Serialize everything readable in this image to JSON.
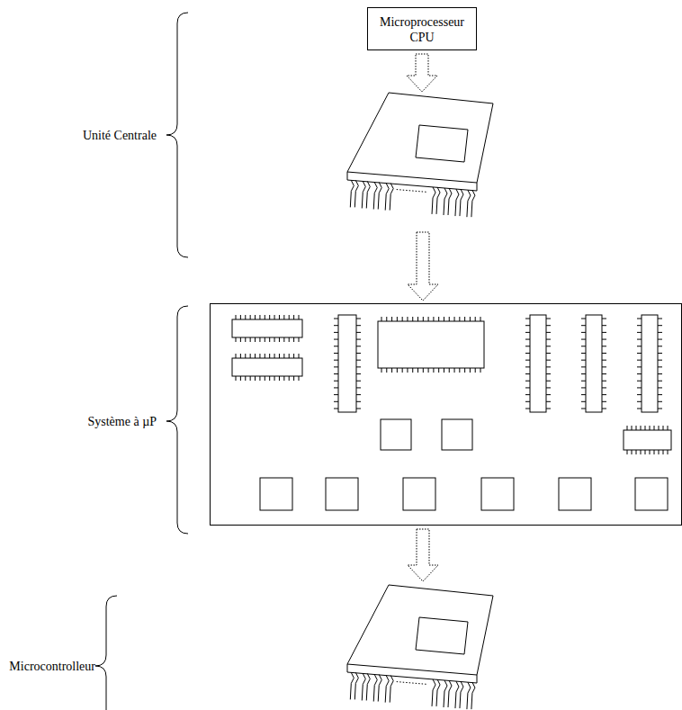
{
  "diagram": {
    "nodes": [
      {
        "text": [
          "Microprocesseur CPU"
        ]
      }
    ],
    "labels": [
      "Unité Centrale",
      "Système à µP",
      "Microcontrolleur"
    ]
  }
}
